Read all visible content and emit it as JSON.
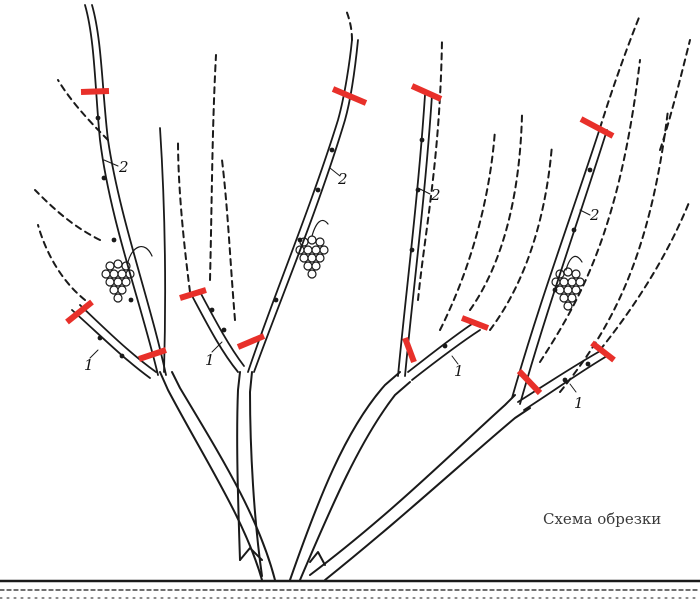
{
  "caption": "Схема обрезки",
  "labels": {
    "shoot_1": "1",
    "shoot_2": "2"
  },
  "colors": {
    "cut_mark": "#e8302a",
    "ink": "#1a1a1a",
    "background": "#ffffff"
  },
  "icons": {
    "grape_cluster": "grape-cluster-icon"
  }
}
